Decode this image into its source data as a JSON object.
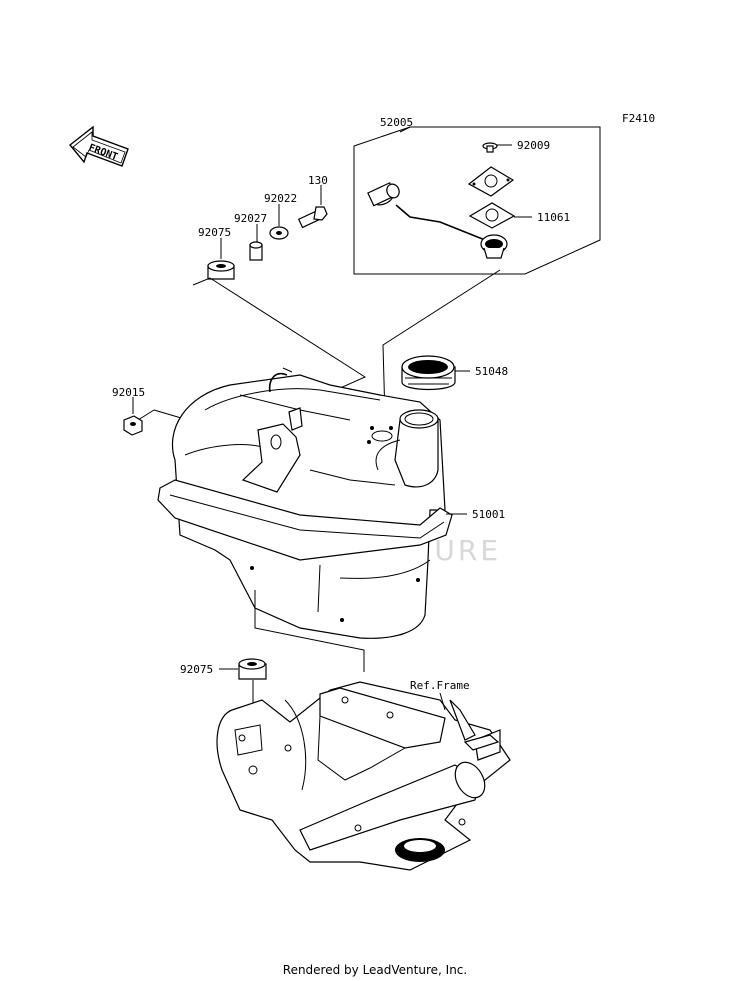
{
  "figure_code": "F2410",
  "front_label": "FRONT",
  "watermark": "LEADVENTURE",
  "footer": "Rendered by LeadVenture, Inc.",
  "parts": {
    "fuel_gauge_assembly": "52005",
    "screw_92009": "92009",
    "gasket_11061": "11061",
    "bolt_130": "130",
    "washer_92022": "92022",
    "collar_92027": "92027",
    "damper_upper": "92075",
    "cap_51048": "51048",
    "nut_92015": "92015",
    "tank_51001": "51001",
    "damper_lower": "92075",
    "frame_ref": "Ref.Frame"
  }
}
